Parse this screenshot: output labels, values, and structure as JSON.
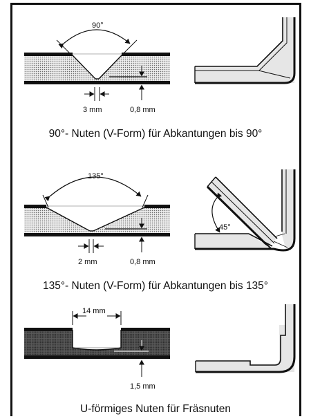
{
  "sections": [
    {
      "angle_label": "90°",
      "groove_width_label": "3 mm",
      "remaining_label": "0,8 mm",
      "caption": "90°- Nuten (V-Form) für Abkantungen bis 90°"
    },
    {
      "angle_label": "135°",
      "groove_width_label": "2 mm",
      "remaining_label": "0,8 mm",
      "bend_angle_label": "45°",
      "caption": "135°- Nuten (V-Form) für Abkantungen bis 135°"
    },
    {
      "groove_width_label": "14 mm",
      "remaining_label": "1,5 mm",
      "caption": "U-förmiges Nuten für Fräsnuten"
    }
  ],
  "colors": {
    "stroke": "#111111",
    "panel_fill": "#e6e6e6",
    "core_dot": "#6a6a6a",
    "core_dark": "#3a3a3a"
  }
}
